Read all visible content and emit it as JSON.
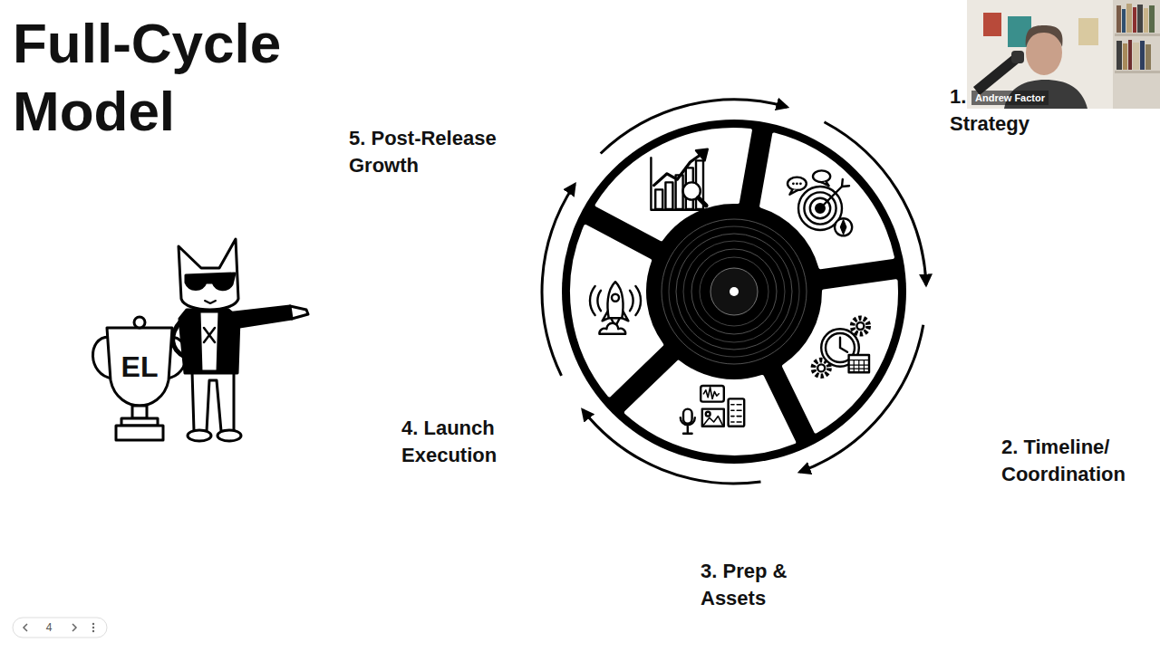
{
  "diagram": {
    "title": "Full-Cycle Model",
    "labels": [
      "1. Strategy",
      "2. Timeline/ Coordination",
      "3. Prep & Assets",
      "4. Launch Execution",
      "5. Post-Release Growth",
      "EL",
      "Andrew Factor",
      "4"
    ]
  }
}
